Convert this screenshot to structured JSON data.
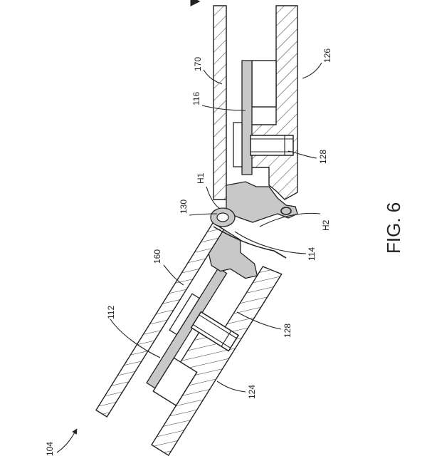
{
  "figure": {
    "caption": "FIG. 6",
    "colors": {
      "line": "#222222",
      "fill": "#c8c8c8",
      "background": "#ffffff"
    }
  },
  "labels": {
    "r104": "104",
    "r112": "112",
    "r114": "114",
    "r116": "116",
    "r124": "124",
    "r126": "126",
    "r128a": "128",
    "r128b": "128",
    "r130": "130",
    "r160": "160",
    "r170": "170",
    "h1": "H1",
    "h2": "H2"
  }
}
